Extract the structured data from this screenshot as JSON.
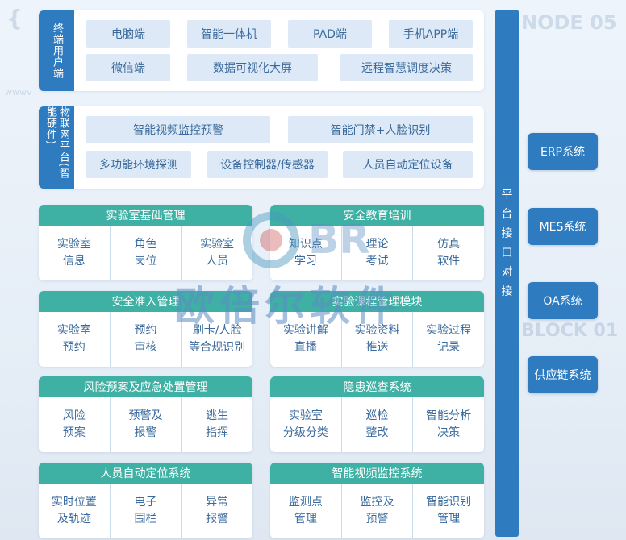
{
  "background": {
    "deco_texts": [
      "NODE 05",
      "BLOCK 01",
      "wwwv"
    ],
    "accent_primary": "#2e7bbf",
    "accent_teal": "#3fb1a4"
  },
  "terminal_row": {
    "label": "终端用户端",
    "chips": [
      "电脑端",
      "智能一体机",
      "PAD端",
      "手机APP端",
      "微信端",
      "数据可视化大屏",
      "远程智慧调度决策"
    ]
  },
  "iot_row": {
    "label": "物联网平台(智能硬件)",
    "chips": [
      "智能视频监控预警",
      "智能门禁+人脸识别",
      "多功能环境探测",
      "设备控制器/传感器",
      "人员自动定位设备"
    ]
  },
  "modules": [
    {
      "title": "实验室基础管理",
      "items": [
        [
          "实验室",
          "信息"
        ],
        [
          "角色",
          "岗位"
        ],
        [
          "实验室",
          "人员"
        ]
      ]
    },
    {
      "title": "安全教育培训",
      "items": [
        [
          "知识点",
          "学习"
        ],
        [
          "理论",
          "考试"
        ],
        [
          "仿真",
          "软件"
        ]
      ]
    },
    {
      "title": "安全准入管理",
      "items": [
        [
          "实验室",
          "预约"
        ],
        [
          "预约",
          "审核"
        ],
        [
          "刷卡/人脸",
          "等合规识别"
        ]
      ]
    },
    {
      "title": "实验课程管理模块",
      "items": [
        [
          "实验讲解",
          "直播"
        ],
        [
          "实验资料",
          "推送"
        ],
        [
          "实验过程",
          "记录"
        ]
      ]
    },
    {
      "title": "风险预案及应急处置管理",
      "items": [
        [
          "风险",
          "预案"
        ],
        [
          "预警及",
          "报警"
        ],
        [
          "逃生",
          "指挥"
        ]
      ]
    },
    {
      "title": "隐患巡查系统",
      "items": [
        [
          "实验室",
          "分级分类"
        ],
        [
          "巡检",
          "整改"
        ],
        [
          "智能分析",
          "决策"
        ]
      ]
    },
    {
      "title": "人员自动定位系统",
      "items": [
        [
          "实时位置",
          "及轨迹"
        ],
        [
          "电子",
          "围栏"
        ],
        [
          "异常",
          "报警"
        ]
      ]
    },
    {
      "title": "智能视频监控系统",
      "items": [
        [
          "监测点",
          "管理"
        ],
        [
          "监控及",
          "预警"
        ],
        [
          "智能识别",
          "管理"
        ]
      ]
    }
  ],
  "bus": {
    "chars": [
      "平",
      "台",
      "接",
      "口",
      "对",
      "接"
    ]
  },
  "systems": [
    "ERP系统",
    "MES系统",
    "OA系统",
    "供应链系统"
  ],
  "watermark": {
    "logo_text": "BR",
    "text": "欧倍尔软件"
  }
}
